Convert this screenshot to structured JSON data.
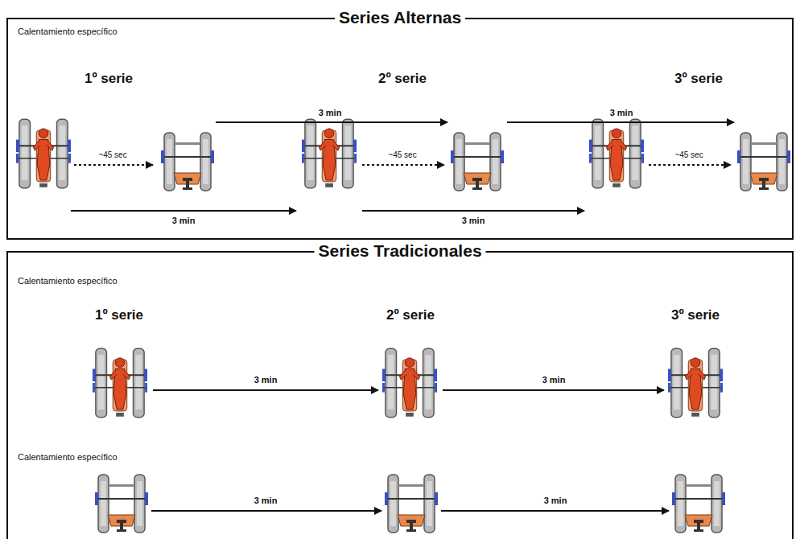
{
  "diagram": {
    "nodes": [
      {
        "text": [
          "Series Alternas"
        ]
      },
      {
        "text": [
          "Series Tradicionales"
        ]
      }
    ],
    "labels": [
      "Calentamiento específico",
      "1º serie",
      "2º serie",
      "3º serie",
      "3 min",
      "3 min",
      "~45 sec",
      "~45 sec",
      "~45 sec",
      "3 min",
      "3 min",
      "Calentamiento específico",
      "1º serie",
      "2º serie",
      "3º serie",
      "3 min",
      "3 min",
      "Calentamiento específico",
      "3 min",
      "3 min"
    ]
  }
}
